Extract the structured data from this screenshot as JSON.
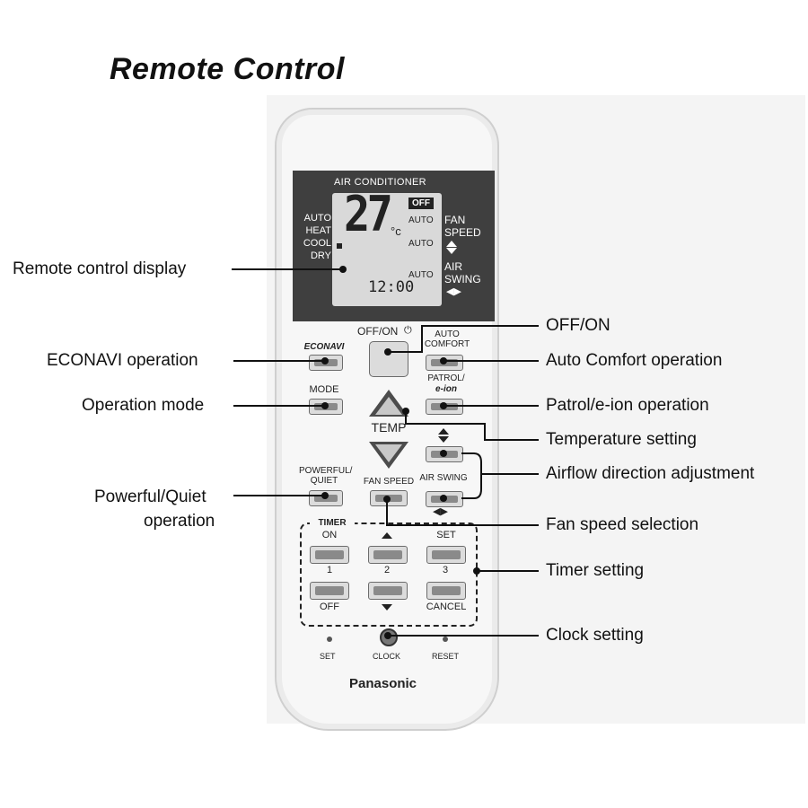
{
  "title": "Remote Control",
  "remote": {
    "display_title": "AIR CONDITIONER",
    "modes": [
      "AUTO",
      "HEAT",
      "COOL",
      "DRY"
    ],
    "temp_value": "27",
    "temp_unit": "°c",
    "off_badge": "OFF",
    "auto_label": "AUTO",
    "fan_speed_label": "FAN SPEED",
    "air_swing_label": "AIR SWING",
    "clock_value": "12:00",
    "buttons": {
      "off_on": "OFF/ON",
      "econavi": "ECONAVI",
      "auto_comfort": "AUTO COMFORT",
      "mode": "MODE",
      "patrol": "PATROL/",
      "eion": "e-ion",
      "temp": "TEMP",
      "powerful_quiet": "POWERFUL/ QUIET",
      "fan_speed": "FAN SPEED",
      "air_swing": "AIR SWING",
      "timer": "TIMER",
      "on": "ON",
      "set": "SET",
      "n1": "1",
      "n2": "2",
      "n3": "3",
      "off": "OFF",
      "cancel": "CANCEL",
      "set_small": "SET",
      "clock_small": "CLOCK",
      "reset_small": "RESET"
    },
    "brand": "Panasonic"
  },
  "callouts": {
    "remote_display": "Remote control display",
    "econavi_op": "ECONAVI operation",
    "operation_mode": "Operation mode",
    "powerful_quiet_1": "Powerful/Quiet",
    "powerful_quiet_2": "operation",
    "off_on": "OFF/ON",
    "auto_comfort_op": "Auto Comfort operation",
    "patrol_op": "Patrol/e-ion operation",
    "temperature_setting": "Temperature setting",
    "airflow": "Airflow direction adjustment",
    "fan_speed_sel": "Fan speed selection",
    "timer_setting": "Timer setting",
    "clock_setting": "Clock setting"
  }
}
